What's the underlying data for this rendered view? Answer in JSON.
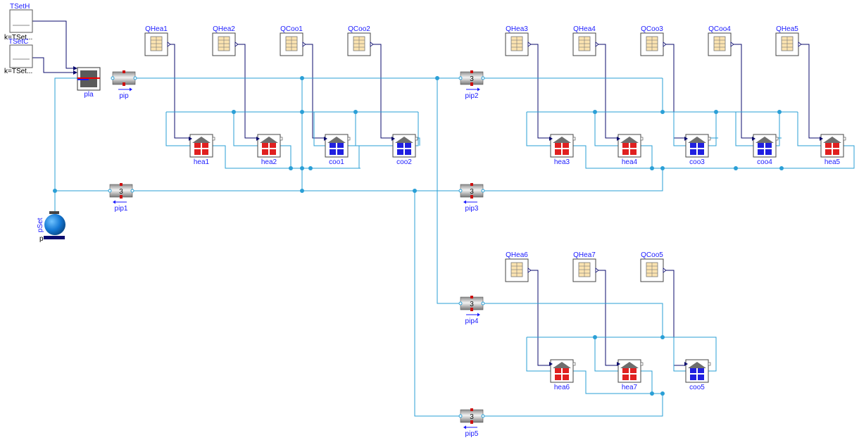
{
  "colors": {
    "water_line": "#2a9fd6",
    "signal_line": "#0b0b6e",
    "label": "#1a1aff",
    "heating": "#e02020",
    "cooling": "#2020e0"
  },
  "setpoints": [
    {
      "name": "TSetH",
      "param": "k=TSet..."
    },
    {
      "name": "TSetC",
      "param": "k=TSet..."
    }
  ],
  "plant": {
    "name": "pla"
  },
  "boundary": {
    "name": "pSet"
  },
  "pipes": [
    {
      "name": "pip",
      "n": ""
    },
    {
      "name": "pip1",
      "n": "3"
    },
    {
      "name": "pip2",
      "n": "3"
    },
    {
      "name": "pip3",
      "n": "3"
    },
    {
      "name": "pip4",
      "n": "3"
    },
    {
      "name": "pip5",
      "n": "3"
    }
  ],
  "pipe_n_label": "3",
  "tables": [
    "QHea1",
    "QHea2",
    "QCoo1",
    "QCoo2",
    "QHea3",
    "QHea4",
    "QCoo3",
    "QCoo4",
    "QHea5",
    "QHea6",
    "QHea7",
    "QCoo5"
  ],
  "loads": [
    {
      "name": "hea1",
      "kind": "heating"
    },
    {
      "name": "hea2",
      "kind": "heating"
    },
    {
      "name": "coo1",
      "kind": "cooling"
    },
    {
      "name": "coo2",
      "kind": "cooling"
    },
    {
      "name": "hea3",
      "kind": "heating"
    },
    {
      "name": "hea4",
      "kind": "heating"
    },
    {
      "name": "coo3",
      "kind": "cooling"
    },
    {
      "name": "coo4",
      "kind": "cooling"
    },
    {
      "name": "hea5",
      "kind": "heating"
    },
    {
      "name": "hea6",
      "kind": "heating"
    },
    {
      "name": "hea7",
      "kind": "heating"
    },
    {
      "name": "coo5",
      "kind": "cooling"
    }
  ]
}
